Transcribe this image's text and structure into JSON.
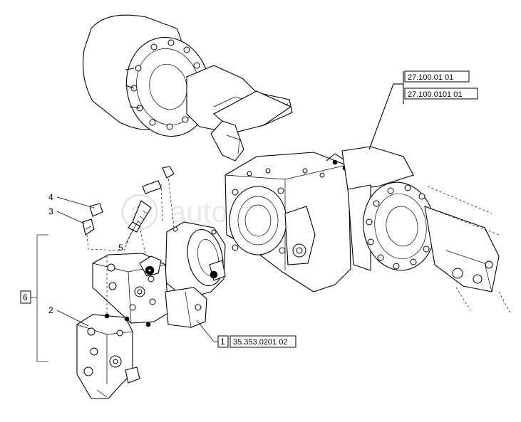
{
  "watermark": "autoshler.ru",
  "callouts": {
    "item_1": "1",
    "item_2": "2",
    "item_3": "3",
    "item_4": "4",
    "item_5": "5",
    "item_6": "6"
  },
  "references": {
    "ref_1": "35.353.0201 02",
    "ref_axle_1": "27.100.01 01",
    "ref_axle_2": "27.100.0101 01"
  }
}
